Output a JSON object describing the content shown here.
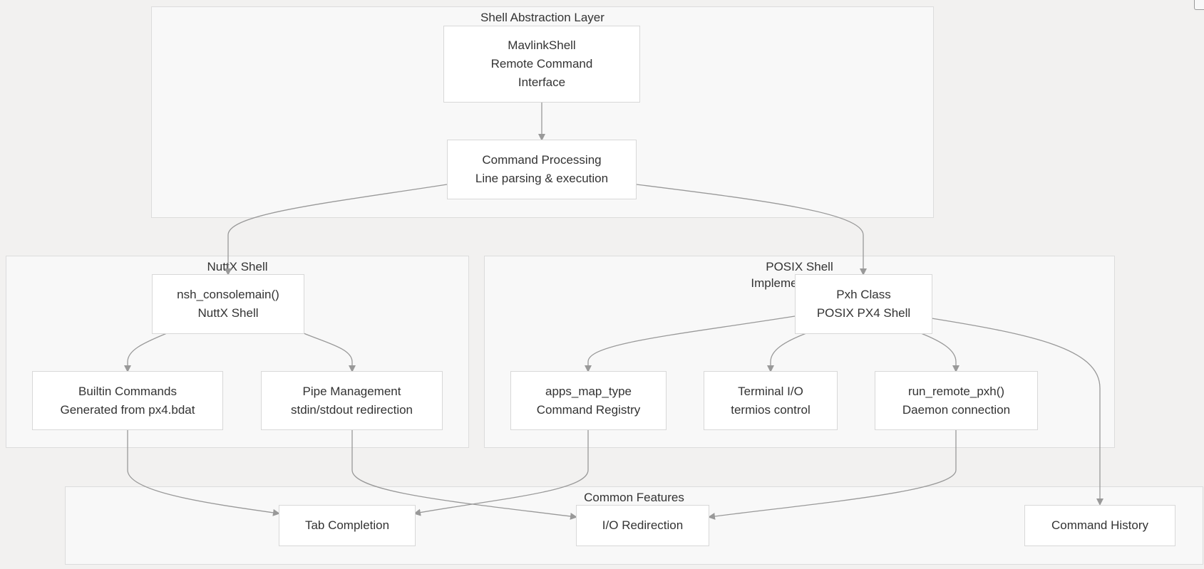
{
  "clusters": {
    "shell_abstraction": {
      "title": "Shell Abstraction Layer"
    },
    "nuttx": {
      "title": "NuttX Shell"
    },
    "posix": {
      "title_line1": "POSIX Shell",
      "title_line2": "Implementation"
    },
    "common": {
      "title": "Common Features"
    }
  },
  "nodes": {
    "mavlinkshell": {
      "line1": "MavlinkShell",
      "line2": "Remote Command",
      "line3": "Interface"
    },
    "command_processing": {
      "line1": "Command Processing",
      "line2": "Line parsing & execution"
    },
    "nsh_consolemain": {
      "line1": "nsh_consolemain()",
      "line2": "NuttX Shell"
    },
    "builtin_commands": {
      "line1": "Builtin Commands",
      "line2": "Generated from px4.bdat"
    },
    "pipe_management": {
      "line1": "Pipe Management",
      "line2": "stdin/stdout redirection"
    },
    "pxh_class": {
      "line1": "Pxh Class",
      "line2": "POSIX PX4 Shell"
    },
    "apps_map_type": {
      "line1": "apps_map_type",
      "line2": "Command Registry"
    },
    "terminal_io": {
      "line1": "Terminal I/O",
      "line2": "termios control"
    },
    "run_remote_pxh": {
      "line1": "run_remote_pxh()",
      "line2": "Daemon connection"
    },
    "tab_completion": {
      "label": "Tab Completion"
    },
    "io_redirection": {
      "label": "I/O Redirection"
    },
    "command_history": {
      "label": "Command History"
    }
  },
  "edges": [
    {
      "from": "mavlinkshell",
      "to": "command_processing"
    },
    {
      "from": "command_processing",
      "to": "nsh_consolemain"
    },
    {
      "from": "command_processing",
      "to": "pxh_class"
    },
    {
      "from": "nsh_consolemain",
      "to": "builtin_commands"
    },
    {
      "from": "nsh_consolemain",
      "to": "pipe_management"
    },
    {
      "from": "pxh_class",
      "to": "apps_map_type"
    },
    {
      "from": "pxh_class",
      "to": "terminal_io"
    },
    {
      "from": "pxh_class",
      "to": "run_remote_pxh"
    },
    {
      "from": "pxh_class",
      "to": "command_history"
    },
    {
      "from": "builtin_commands",
      "to": "tab_completion"
    },
    {
      "from": "apps_map_type",
      "to": "tab_completion"
    },
    {
      "from": "pipe_management",
      "to": "io_redirection"
    },
    {
      "from": "run_remote_pxh",
      "to": "io_redirection"
    }
  ]
}
